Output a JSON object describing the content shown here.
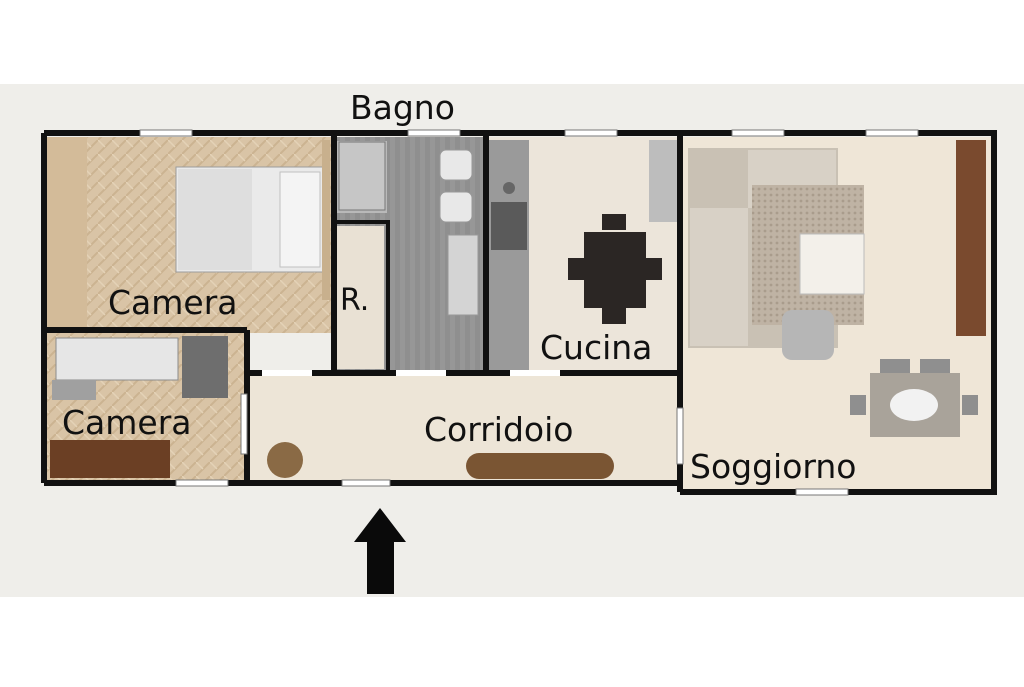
{
  "floorplan": {
    "rooms": [
      {
        "id": "bagno",
        "label": "Bagno"
      },
      {
        "id": "camera-1",
        "label": "Camera"
      },
      {
        "id": "camera-2",
        "label": "Camera"
      },
      {
        "id": "ripostiglio",
        "label": "R."
      },
      {
        "id": "cucina",
        "label": "Cucina"
      },
      {
        "id": "corridoio",
        "label": "Corridoio"
      },
      {
        "id": "soggiorno",
        "label": "Soggiorno"
      }
    ],
    "entrance": {
      "icon": "entrance-arrow-icon"
    },
    "colors": {
      "background": "#efeeea",
      "wall": "#111111",
      "floor_light": "#ede5d8",
      "floor_wood": "#d6c0a1",
      "floor_bath": "#8e8e8e",
      "furniture_grey": "#cfcbc4"
    }
  }
}
